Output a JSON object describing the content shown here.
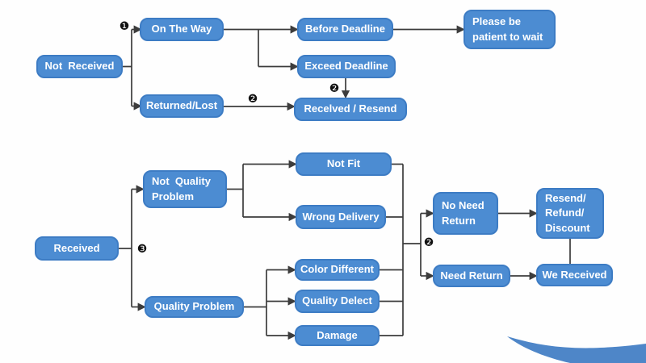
{
  "colors": {
    "node_fill": "#4c8cd2",
    "node_border": "#3d7cc4",
    "node_text": "#ffffff",
    "line": "#3c3c3c",
    "badge": "#111111",
    "swoosh": "#4e86c8"
  },
  "flowchart": {
    "nodes": {
      "not_received": {
        "label": "Not  Received"
      },
      "on_the_way": {
        "label": "On The Way"
      },
      "returned_lost": {
        "label": "Returned/Lost"
      },
      "before_deadline": {
        "label": "Before Deadline"
      },
      "exceed_deadline": {
        "label": "Exceed Deadline"
      },
      "please_wait": {
        "label": "Please be\npatient to wait"
      },
      "received_resend": {
        "label": "Recelved / Resend"
      },
      "received": {
        "label": "Received"
      },
      "not_quality_problem": {
        "label": "Not  Quality\nProblem"
      },
      "quality_problem": {
        "label": "Quality Problem"
      },
      "not_fit": {
        "label": "Not Fit"
      },
      "wrong_delivery": {
        "label": "Wrong Delivery"
      },
      "color_different": {
        "label": "Color Different"
      },
      "quality_delect": {
        "label": "Quality Delect"
      },
      "damage": {
        "label": "Damage"
      },
      "no_need_return": {
        "label": "No Need\nReturn"
      },
      "need_return": {
        "label": "Need Return"
      },
      "resend_refund_discount": {
        "label": "Resend/\nRefund/\nDiscount"
      },
      "we_received": {
        "label": "We Received"
      }
    },
    "badges": {
      "one": "❶",
      "two": "❷",
      "three": "❸"
    },
    "edges": [
      {
        "from": "not_received",
        "to": "on_the_way",
        "badge": "❶"
      },
      {
        "from": "not_received",
        "to": "returned_lost"
      },
      {
        "from": "on_the_way",
        "to": "before_deadline"
      },
      {
        "from": "on_the_way",
        "to": "exceed_deadline"
      },
      {
        "from": "before_deadline",
        "to": "please_wait"
      },
      {
        "from": "exceed_deadline",
        "to": "received_resend",
        "badge": "❷"
      },
      {
        "from": "returned_lost",
        "to": "received_resend",
        "badge": "❷"
      },
      {
        "from": "received",
        "to": "not_quality_problem",
        "badge": "❸"
      },
      {
        "from": "received",
        "to": "quality_problem"
      },
      {
        "from": "not_quality_problem",
        "to": "not_fit"
      },
      {
        "from": "not_quality_problem",
        "to": "wrong_delivery"
      },
      {
        "from": "quality_problem",
        "to": "color_different"
      },
      {
        "from": "quality_problem",
        "to": "quality_delect"
      },
      {
        "from": "quality_problem",
        "to": "damage"
      },
      {
        "from": "outcome_collector",
        "to": "no_need_return",
        "badge": "❷"
      },
      {
        "from": "outcome_collector",
        "to": "need_return",
        "badge": "❷"
      },
      {
        "from": "no_need_return",
        "to": "resend_refund_discount"
      },
      {
        "from": "need_return",
        "to": "we_received"
      },
      {
        "from": "resend_refund_discount",
        "to": "we_received"
      }
    ]
  }
}
